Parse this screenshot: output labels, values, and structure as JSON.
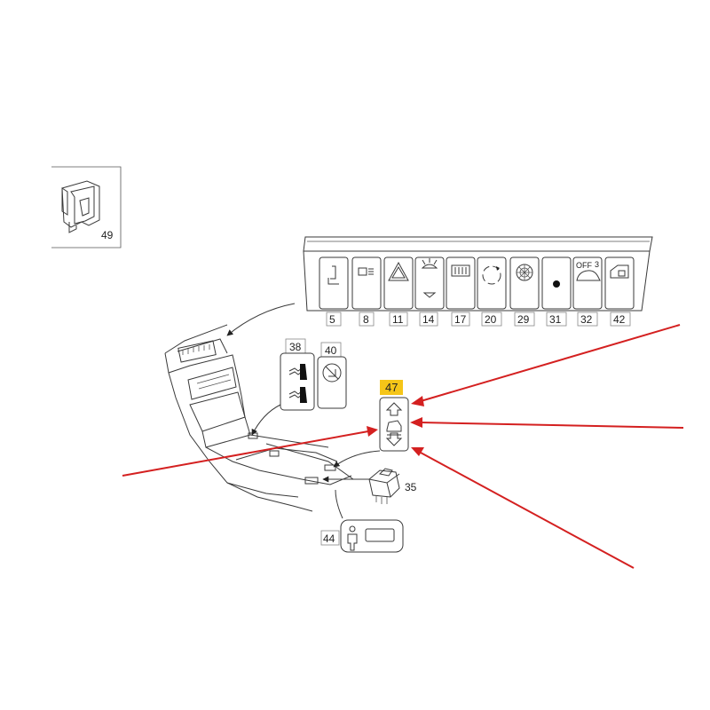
{
  "callouts": {
    "p49": "49",
    "p5": "5",
    "p8": "8",
    "p11": "11",
    "p14": "14",
    "p17": "17",
    "p20": "20",
    "p29": "29",
    "p31": "31",
    "p32": "32",
    "p42": "42",
    "p38": "38",
    "p40": "40",
    "p47": "47",
    "p35": "35",
    "p44": "44"
  },
  "switch_text": {
    "off_label": "OFF",
    "off_number": "3"
  },
  "colors": {
    "highlight": "#f5c518",
    "arrow_red": "#d42020",
    "line": "#3a3a3a"
  }
}
